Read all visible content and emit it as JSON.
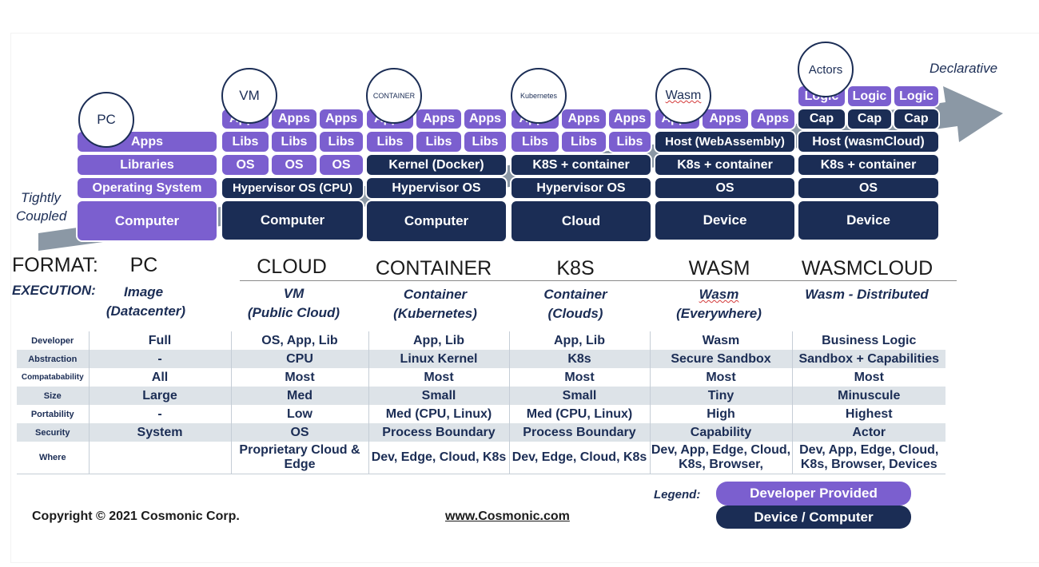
{
  "colors": {
    "developer_provided": "#7b5fcf",
    "device_computer": "#1b2d55",
    "arrow": "#8b98a5",
    "table_stripe": "#dde3e8"
  },
  "diagram": {
    "arrow_start_label": [
      "Tightly",
      "Coupled"
    ],
    "arrow_end_label": "Declarative",
    "stages": [
      {
        "circle": "PC",
        "stack": {
          "apps": "Apps",
          "libraries": "Libraries",
          "os": "Operating System",
          "base": "Computer"
        }
      },
      {
        "circle": "VM",
        "stack": {
          "apps": [
            "Apps",
            "Apps",
            "Apps"
          ],
          "libs": [
            "Libs",
            "Libs",
            "Libs"
          ],
          "os": [
            "OS",
            "OS",
            "OS"
          ],
          "hypervisor": "Hypervisor OS (CPU)",
          "base": "Computer"
        }
      },
      {
        "circle": "CONTAINER",
        "stack": {
          "apps": [
            "Apps",
            "Apps",
            "Apps"
          ],
          "libs": [
            "Libs",
            "Libs",
            "Libs"
          ],
          "kernel": "Kernel (Docker)",
          "hypervisor": "Hypervisor OS",
          "base": "Computer"
        }
      },
      {
        "circle": "Kubernetes",
        "stack": {
          "apps": [
            "Apps",
            "Apps",
            "Apps"
          ],
          "libs": [
            "Libs",
            "Libs",
            "Libs"
          ],
          "k8s": "K8S + container",
          "hypervisor": "Hypervisor OS",
          "base": "Cloud"
        }
      },
      {
        "circle": "Wasm",
        "stack": {
          "apps": [
            "Apps",
            "Apps",
            "Apps"
          ],
          "host": "Host (WebAssembly)",
          "k8s": "K8s + container",
          "os": "OS",
          "base": "Device"
        }
      },
      {
        "circle": "Actors",
        "stack": {
          "logic": [
            "Logic",
            "Logic",
            "Logic"
          ],
          "cap": [
            "Cap",
            "Cap",
            "Cap"
          ],
          "host": "Host (wasmCloud)",
          "k8s": "K8s + container",
          "os": "OS",
          "base": "Device"
        }
      }
    ]
  },
  "format_label": "FORMAT:",
  "formats": [
    "PC",
    "CLOUD",
    "CONTAINER",
    "K8S",
    "WASM",
    "WASMCLOUD"
  ],
  "execution_label": "EXECUTION:",
  "executions": [
    [
      "Image",
      "(Datacenter)"
    ],
    [
      "VM",
      "(Public Cloud)"
    ],
    [
      "Container",
      "(Kubernetes)"
    ],
    [
      "Container",
      "(Clouds)"
    ],
    [
      "Wasm",
      "(Everywhere)"
    ],
    [
      "Wasm - Distributed",
      ""
    ]
  ],
  "table": {
    "rows": [
      {
        "label": "Developer",
        "values": [
          "Full",
          "OS, App, Lib",
          "App, Lib",
          "App, Lib",
          "Wasm",
          "Business Logic"
        ]
      },
      {
        "label": "Abstraction",
        "values": [
          "-",
          "CPU",
          "Linux Kernel",
          "K8s",
          "Secure Sandbox",
          "Sandbox + Capabilities"
        ]
      },
      {
        "label": "Compatabability",
        "values": [
          "All",
          "Most",
          "Most",
          "Most",
          "Most",
          "Most"
        ]
      },
      {
        "label": "Size",
        "values": [
          "Large",
          "Med",
          "Small",
          "Small",
          "Tiny",
          "Minuscule"
        ]
      },
      {
        "label": "Portability",
        "values": [
          "-",
          "Low",
          "Med (CPU, Linux)",
          "Med (CPU, Linux)",
          "High",
          "Highest"
        ]
      },
      {
        "label": "Security",
        "values": [
          "System",
          "OS",
          "Process Boundary",
          "Process Boundary",
          "Capability",
          "Actor"
        ]
      },
      {
        "label": "Where",
        "values": [
          "",
          "Proprietary Cloud & Edge",
          "Dev, Edge, Cloud, K8s",
          "Dev, Edge, Cloud, K8s",
          "Dev, App, Edge, Cloud, K8s, Browser,",
          "Dev, App, Edge, Cloud, K8s, Browser, Devices"
        ]
      }
    ]
  },
  "legend": {
    "label": "Legend:",
    "developer_provided": "Developer Provided",
    "device_computer": "Device / Computer"
  },
  "copyright": "Copyright © 2021 Cosmonic Corp.",
  "website": "www.Cosmonic.com"
}
